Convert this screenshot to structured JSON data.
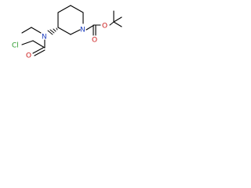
{
  "molecule": {
    "atoms": {
      "ring_n": "N",
      "amine_n": "N",
      "carbonyl_o1": "O",
      "ester_o": "O",
      "carbonyl_o2": "O",
      "chlorine": "Cl"
    },
    "colors": {
      "nitrogen": "#1f3fbf",
      "oxygen": "#cc1a1a",
      "chlorine": "#2a9a2a",
      "bond": "#000000"
    }
  }
}
